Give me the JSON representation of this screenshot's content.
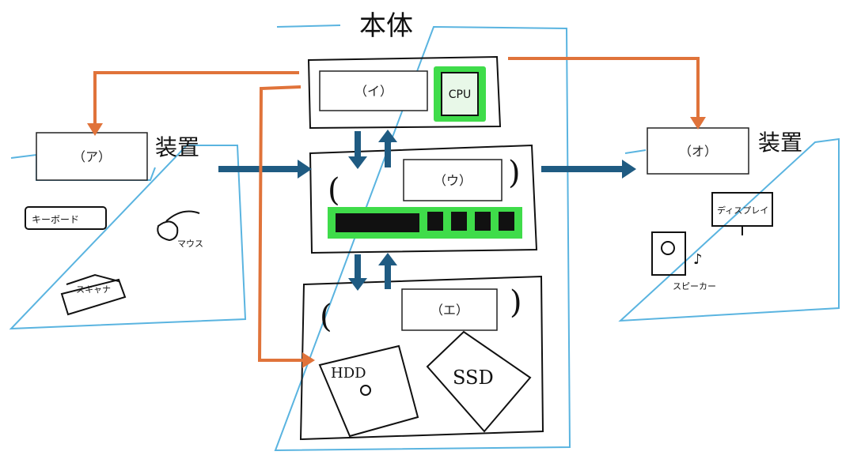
{
  "main_unit": {
    "title": "本体"
  },
  "blanks": {
    "a": "（ア）",
    "i": "（イ）",
    "u": "（ウ）",
    "e": "（エ）",
    "o": "（オ）"
  },
  "device_suffix_left": "装置",
  "device_suffix_right": "装置",
  "cpu_label": "CPU",
  "left_device": {
    "keyboard": "キーボード",
    "mouse": "マウス",
    "scanner": "スキャナ"
  },
  "storage": {
    "hdd": "HDD",
    "ssd": "SSD"
  },
  "right_device": {
    "display": "ディスプレイ",
    "speaker": "スピーカー"
  },
  "colors": {
    "box_outline": "#5ab4e0",
    "data_arrow": "#1f5b82",
    "control_arrow": "#e0733a",
    "memory_highlight": "#3fdc4a",
    "ink": "#111111"
  }
}
